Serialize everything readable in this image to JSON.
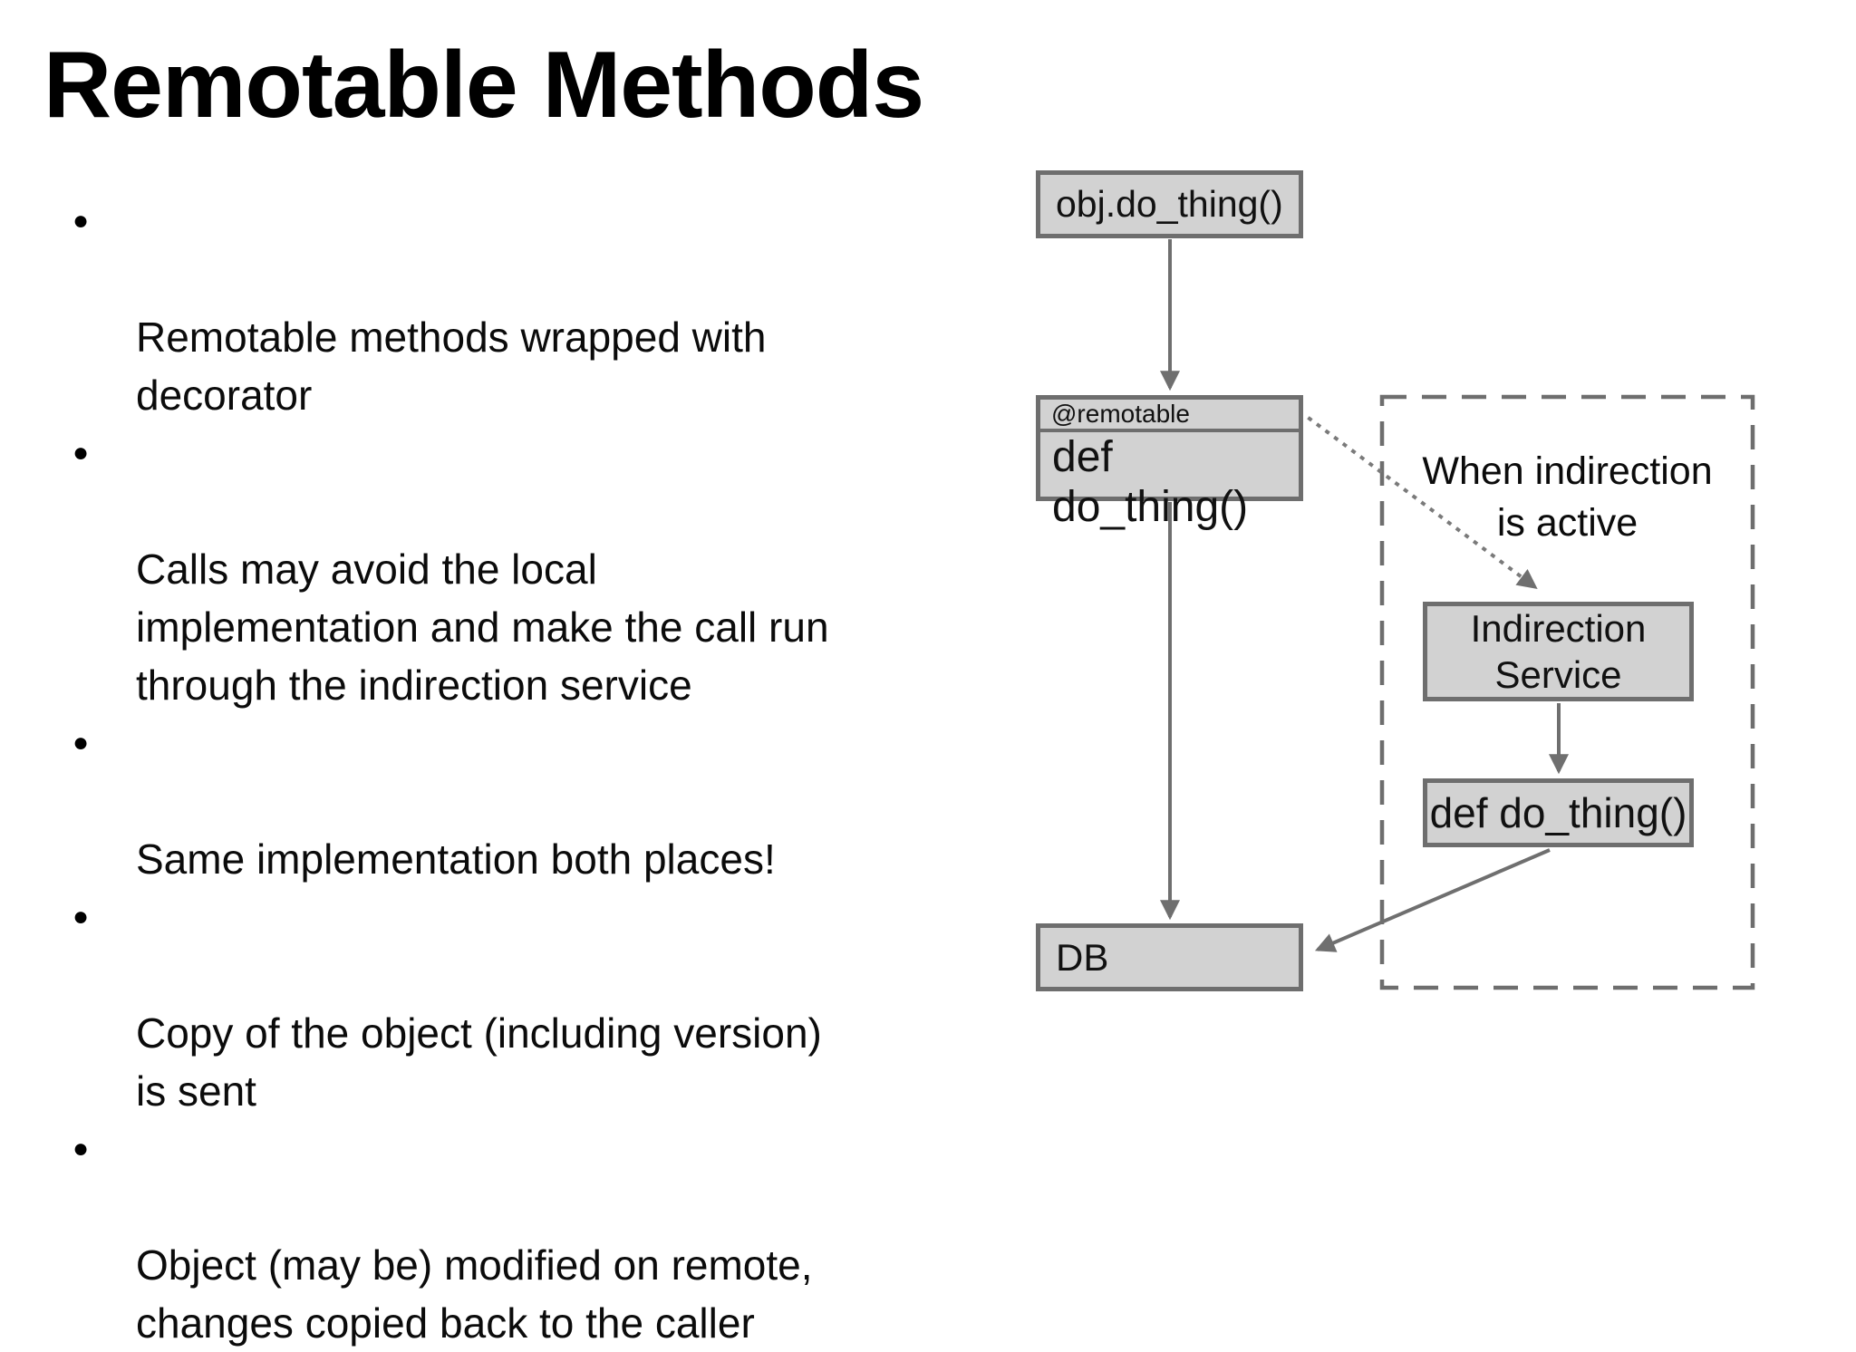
{
  "slide": {
    "title": "Remotable Methods",
    "bullet_marker": "●",
    "bullets": [
      {
        "text": "Remotable methods wrapped with\ndecorator"
      },
      {
        "text": "Calls may avoid the local\nimplementation and make the call run\nthrough the indirection service"
      },
      {
        "text": "Same implementation both places!"
      },
      {
        "text": "Copy of the object (including version)\nis sent"
      },
      {
        "text": "Object (may be) modified on remote,\nchanges copied back to the caller"
      }
    ]
  },
  "diagram": {
    "caller_box": "obj.do_thing()",
    "decorator_label": "@remotable",
    "local_method_box": "def do_thing()",
    "condition_label": "When indirection\nis active",
    "indirection_service_box": "Indirection\nService",
    "remote_method_box": "def do_thing()",
    "db_box": "DB",
    "colors": {
      "box_fill": "#d2d2d2",
      "box_border": "#6e6e6e",
      "arrow": "#6f6f6f",
      "background": "#ffffff",
      "text": "#111111"
    }
  }
}
